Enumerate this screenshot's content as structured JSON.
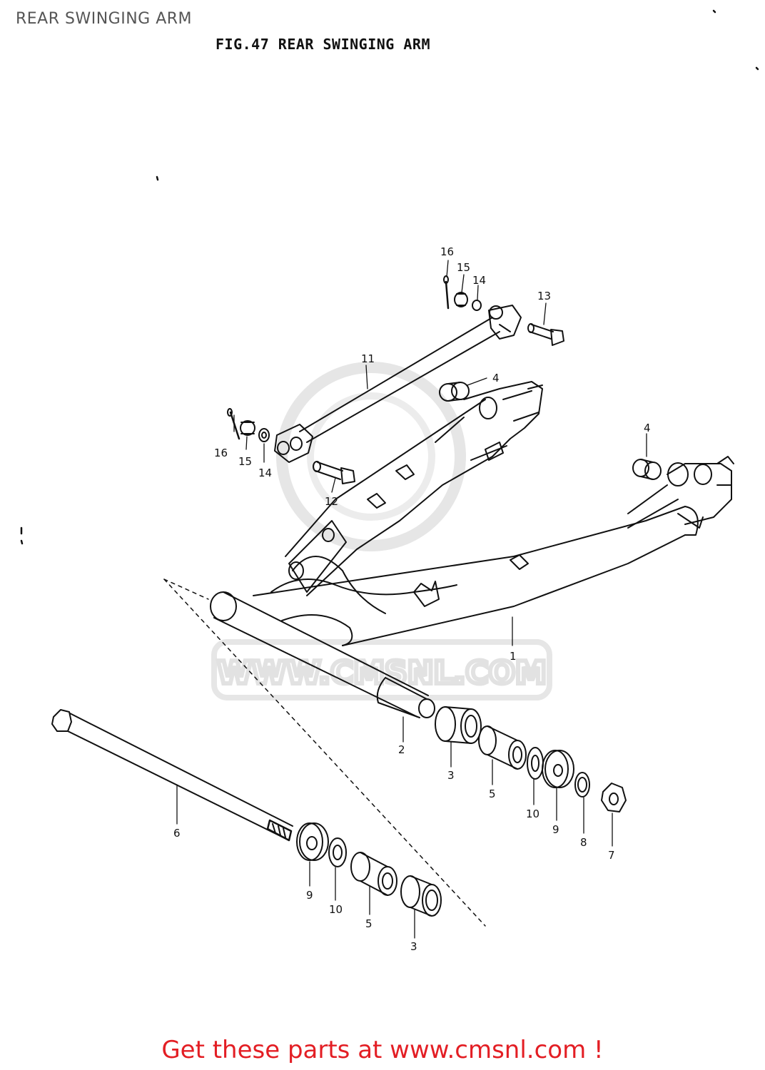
{
  "page": {
    "title": "REAR SWINGING ARM",
    "figure_title": "FIG.47  REAR SWINGING ARM",
    "footer": "Get these parts at www.cmsnl.com !",
    "watermark": "WWW.CMSNL.COM",
    "footer_color": "#e31e24"
  },
  "callouts": {
    "c1": "1",
    "c2": "2",
    "c3a": "3",
    "c3b": "3",
    "c4a": "4",
    "c4b": "4",
    "c5a": "5",
    "c5b": "5",
    "c6": "6",
    "c7": "7",
    "c8": "8",
    "c9a": "9",
    "c9b": "9",
    "c10a": "10",
    "c10b": "10",
    "c11": "11",
    "c12": "12",
    "c13": "13",
    "c14a": "14",
    "c14b": "14",
    "c15a": "15",
    "c15b": "15",
    "c16a": "16",
    "c16b": "16"
  }
}
